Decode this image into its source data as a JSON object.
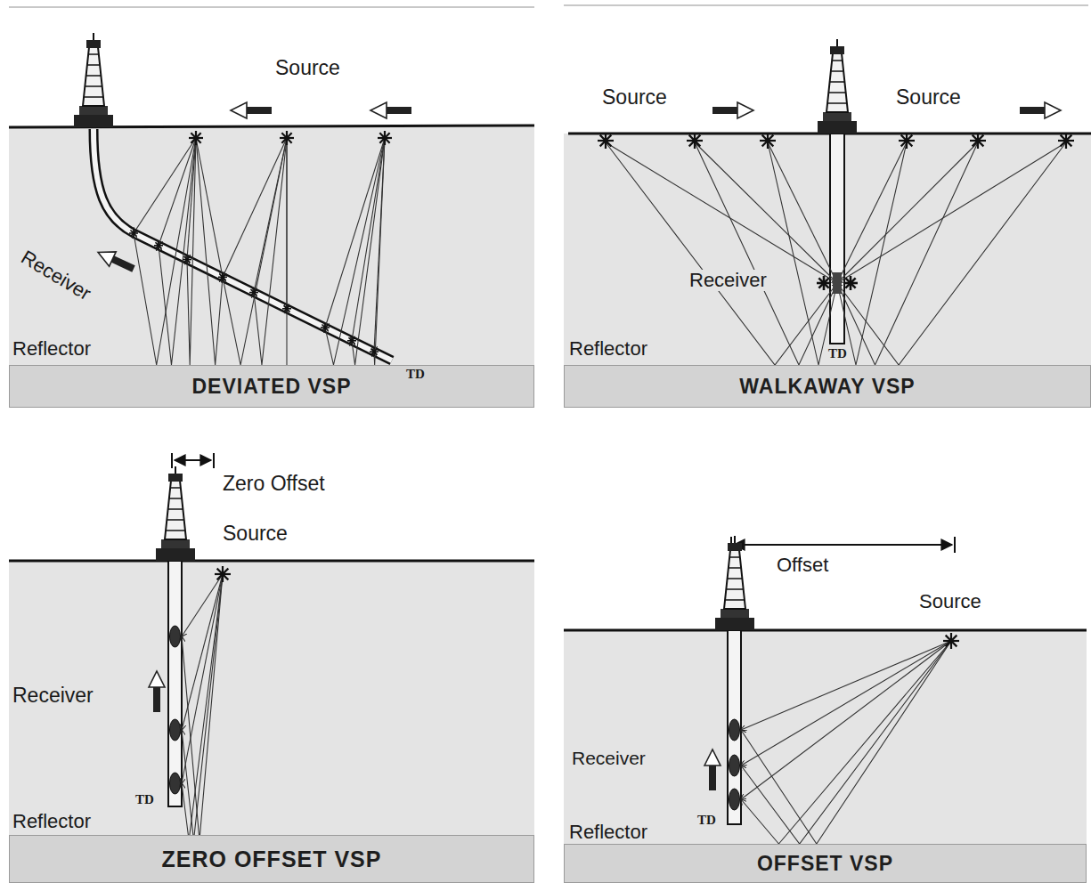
{
  "diagram": {
    "nodes": [
      {
        "text": [
          "DEVIATED VSP"
        ]
      },
      {
        "text": [
          "WALKAWAY VSP"
        ]
      },
      {
        "text": [
          "ZERO OFFSET VSP"
        ]
      },
      {
        "text": [
          "OFFSET VSP"
        ]
      }
    ],
    "labels": [
      "Source",
      "Receiver",
      "Reflector",
      "TD",
      "Source",
      "Source",
      "Receiver",
      "Reflector",
      "TD",
      "Zero Offset",
      "Source",
      "Receiver",
      "TD",
      "Reflector",
      "Offset",
      "Source",
      "Receiver",
      "TD",
      "Reflector"
    ]
  }
}
